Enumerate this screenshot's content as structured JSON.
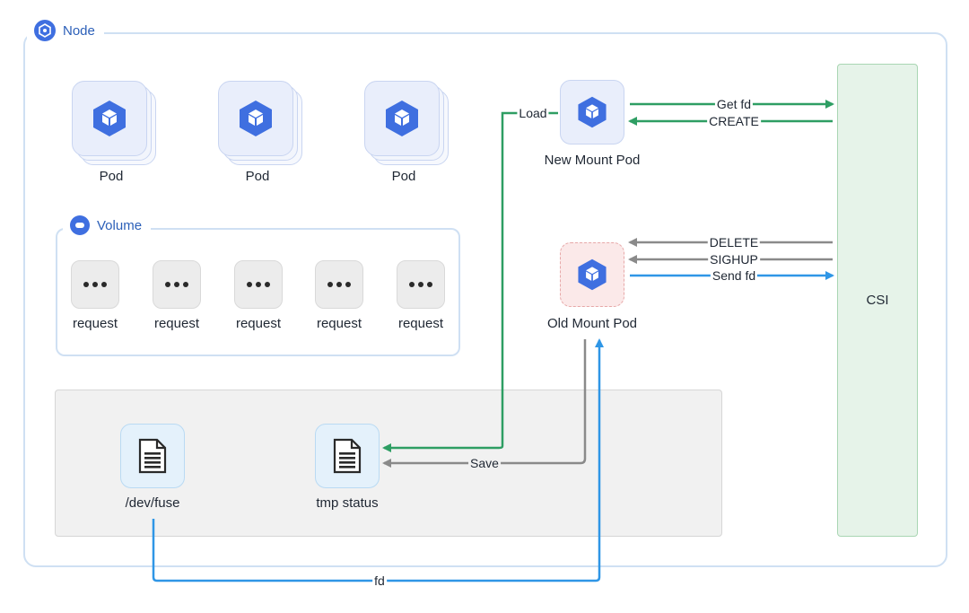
{
  "node": {
    "title": "Node",
    "icon": "kubernetes-icon"
  },
  "csi": {
    "label": "CSI"
  },
  "pods": [
    {
      "label": "Pod",
      "icon": "cube-icon"
    },
    {
      "label": "Pod",
      "icon": "cube-icon"
    },
    {
      "label": "Pod",
      "icon": "cube-icon"
    }
  ],
  "volume": {
    "title": "Volume",
    "icon": "volume-icon",
    "requests": [
      {
        "label": "request"
      },
      {
        "label": "request"
      },
      {
        "label": "request"
      },
      {
        "label": "request"
      },
      {
        "label": "request"
      }
    ]
  },
  "mount_pods": {
    "new": {
      "label": "New Mount Pod"
    },
    "old": {
      "label": "Old Mount Pod"
    }
  },
  "files": {
    "dev_fuse": {
      "label": "/dev/fuse",
      "icon": "document-icon"
    },
    "tmp_status": {
      "label": "tmp status",
      "icon": "document-icon"
    }
  },
  "arrows": {
    "get_fd": "Get fd",
    "create": "CREATE",
    "load": "Load",
    "delete": "DELETE",
    "sighup": "SIGHUP",
    "send_fd": "Send fd",
    "save": "Save",
    "fd": "fd"
  },
  "colors": {
    "green": "#2e9e63",
    "gray": "#8a8a8a",
    "blue": "#2f96e6",
    "k8s_blue": "#3f6fe0"
  }
}
